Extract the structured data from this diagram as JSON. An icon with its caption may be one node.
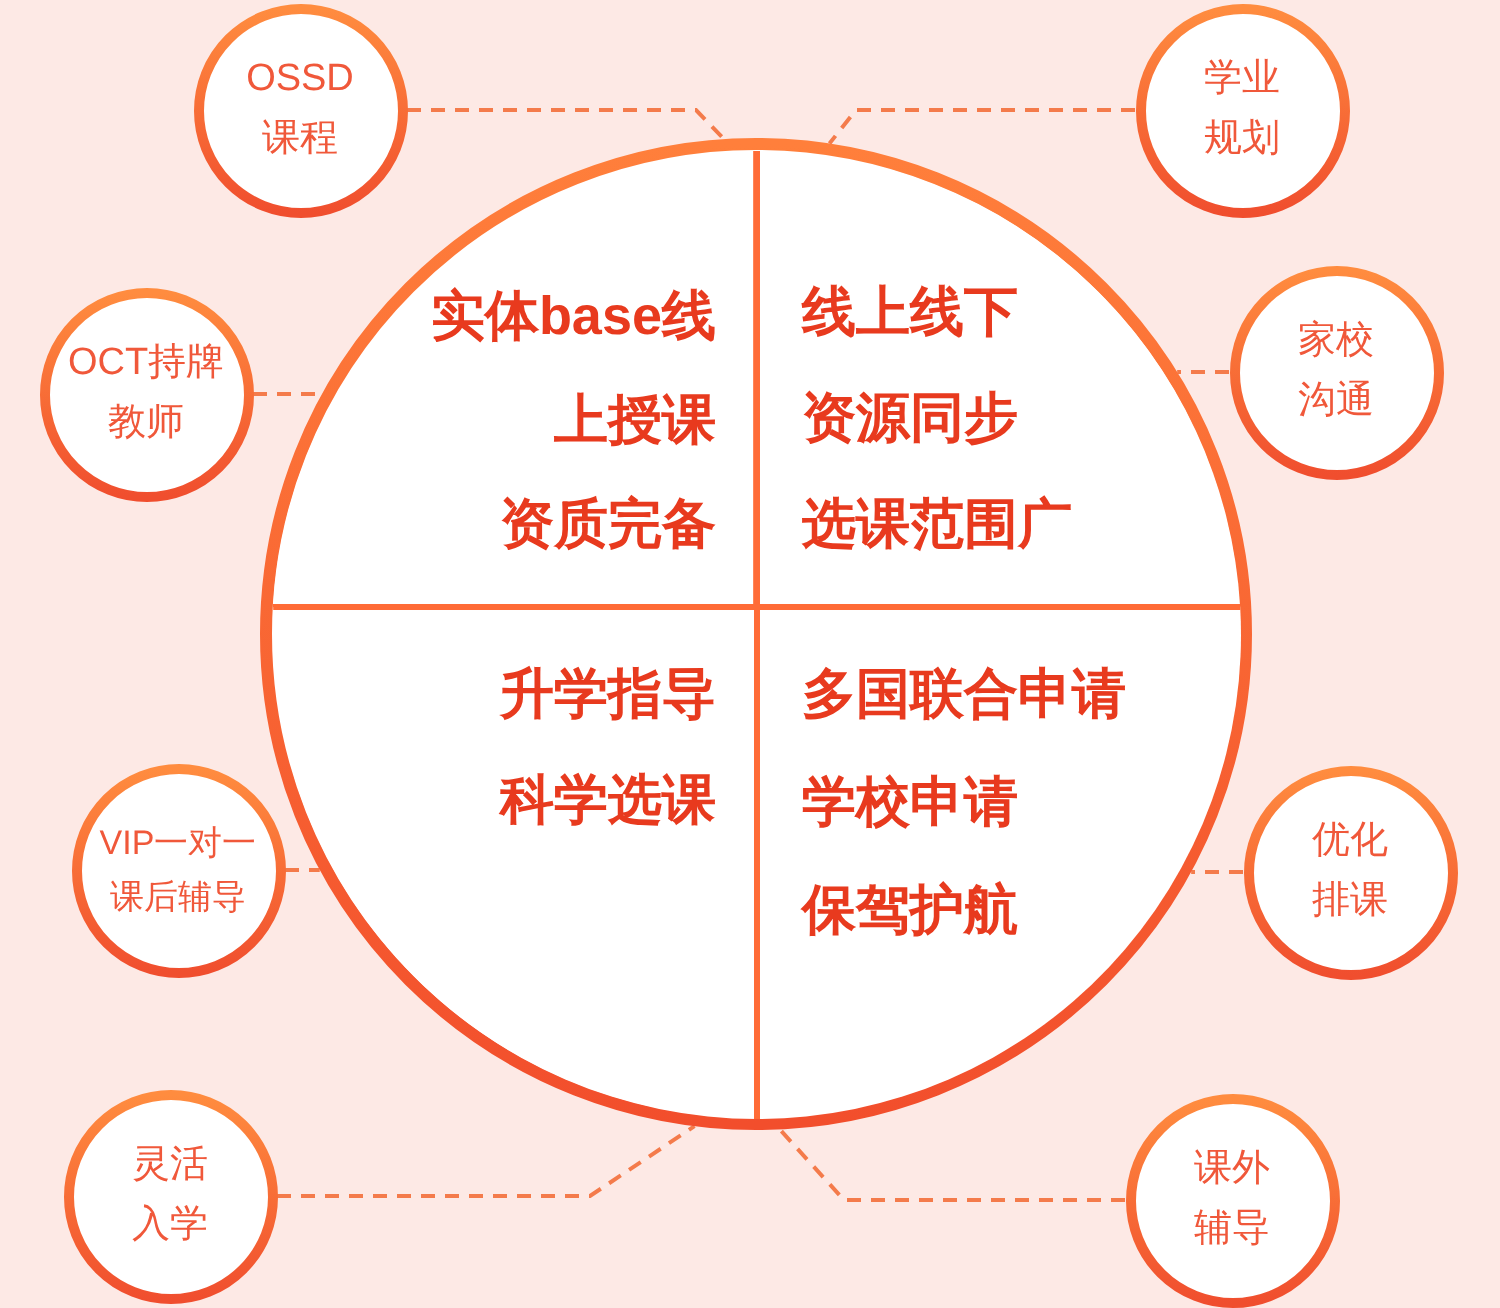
{
  "diagram": {
    "nodes": [
      {
        "text": [
          "OSSD课程"
        ]
      },
      {
        "text": [
          "学业规划"
        ]
      },
      {
        "text": [
          "OCT持牌教师"
        ]
      },
      {
        "text": [
          "家校沟通"
        ]
      },
      {
        "text": [],
        "shape": "circle"
      },
      {
        "text": [
          "实体base线",
          "上授课",
          "资质完备"
        ],
        "in": 4
      },
      {
        "text": [
          "线上线下",
          "资源同步",
          "选课范围广"
        ],
        "in": 4
      },
      {
        "text": [
          "升学指导",
          "科学选课"
        ],
        "in": 4
      },
      {
        "text": [
          "多国联合申请",
          "学校申请",
          "保驾护航"
        ],
        "in": 4
      },
      {
        "text": [
          "VIP一对一课后辅导"
        ]
      },
      {
        "text": [
          "优化排课"
        ]
      },
      {
        "text": [
          "灵活入学"
        ]
      },
      {
        "text": [
          "课外辅导"
        ]
      }
    ],
    "edges": [
      {
        "from": 0,
        "to": 4,
        "arrow": "none",
        "style": "dashed"
      },
      {
        "from": 1,
        "to": 4,
        "arrow": "none",
        "style": "dashed"
      },
      {
        "from": 2,
        "to": 4,
        "arrow": "none",
        "style": "dashed"
      },
      {
        "from": 3,
        "to": 4,
        "arrow": "none",
        "style": "dashed"
      },
      {
        "from": 9,
        "to": 4,
        "arrow": "none",
        "style": "dashed"
      },
      {
        "from": 10,
        "to": 4,
        "arrow": "none",
        "style": "dashed"
      },
      {
        "from": 11,
        "to": 4,
        "arrow": "none",
        "style": "dashed"
      },
      {
        "from": 12,
        "to": 4,
        "arrow": "none",
        "style": "dashed"
      }
    ]
  }
}
